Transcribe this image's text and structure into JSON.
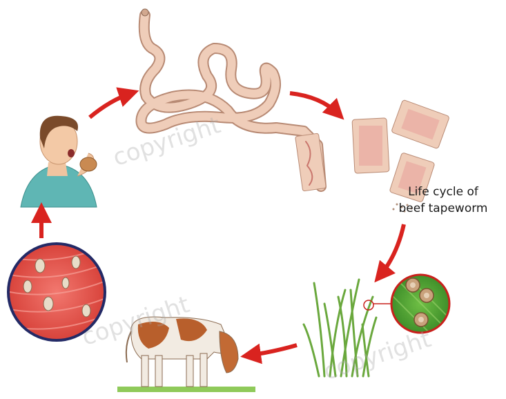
{
  "caption": {
    "line1": "Life cycle of",
    "line2": "beef tapeworm"
  },
  "watermark": "copyright",
  "colors": {
    "arrow": "#d9231f",
    "segment_fill": "#efcdb9",
    "segment_stroke": "#b88a74",
    "egg_fill": "#c9a27c",
    "muscle_fill": "#e8554e",
    "grass": "#7cc04b",
    "cow_brown": "#b85f2c"
  },
  "icons": {
    "human": "person-eating-icon",
    "tapeworm": "tapeworm-icon",
    "proglottids": "proglottid-segments-icon",
    "grass": "grass-icon",
    "eggs": "eggs-magnified-icon",
    "cow": "cow-icon",
    "muscle": "muscle-cyst-icon"
  }
}
